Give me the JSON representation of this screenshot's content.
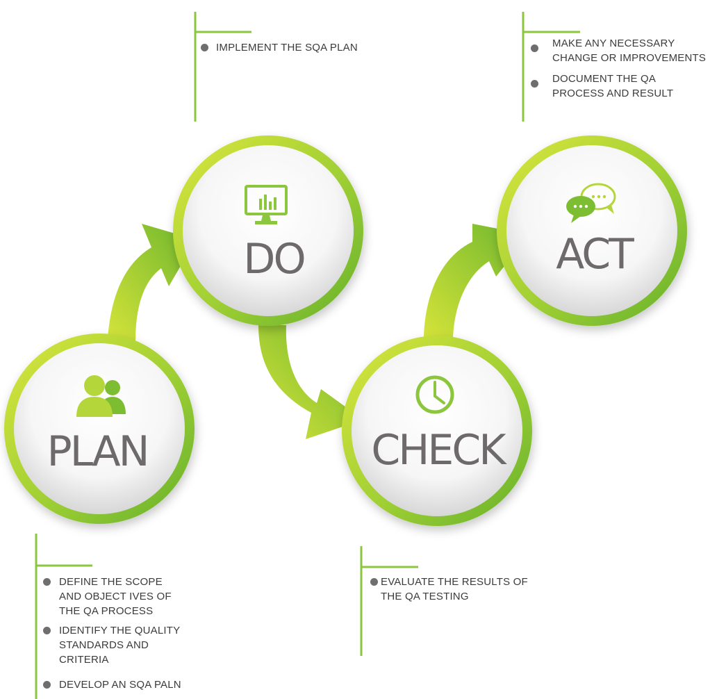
{
  "colors": {
    "green_dark": "#6cb52d",
    "green_light": "#d0e23a",
    "label_gray": "#6e6a6b",
    "bullet_gray": "#6f6d6e",
    "text": "#3c3a3b"
  },
  "stages": {
    "plan": {
      "label": "PLAN",
      "icon": "users-icon"
    },
    "do": {
      "label": "DO",
      "icon": "monitor-chart-icon"
    },
    "check": {
      "label": "CHECK",
      "icon": "clock-icon"
    },
    "act": {
      "label": "ACT",
      "icon": "chat-bubbles-icon"
    }
  },
  "notes": {
    "do": [
      "IMPLEMENT THE SQA PLAN"
    ],
    "act": [
      "MAKE ANY NECESSARY CHANGE OR IMPROVEMENTS",
      "DOCUMENT THE QA PROCESS AND RESULT"
    ],
    "plan": [
      "DEFINE THE SCOPE AND OBJECT IVES OF THE QA PROCESS",
      "IDENTIFY THE QUALITY STANDARDS AND CRITERIA",
      "DEVELOP AN SQA PALN"
    ],
    "check": [
      "EVALUATE THE RESULTS OF THE QA TESTING"
    ]
  }
}
